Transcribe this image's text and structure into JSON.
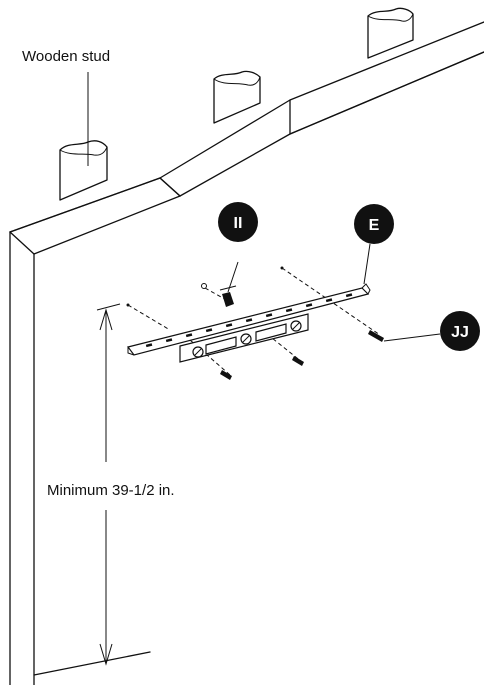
{
  "labels": {
    "stud": "Wooden stud",
    "height": "Minimum 39-1/2 in."
  },
  "callouts": {
    "anchor": "II",
    "bracket": "E",
    "screw": "JJ"
  },
  "colors": {
    "ink": "#111111",
    "background": "#ffffff",
    "callout_fill": "#111111",
    "callout_text": "#ffffff"
  }
}
